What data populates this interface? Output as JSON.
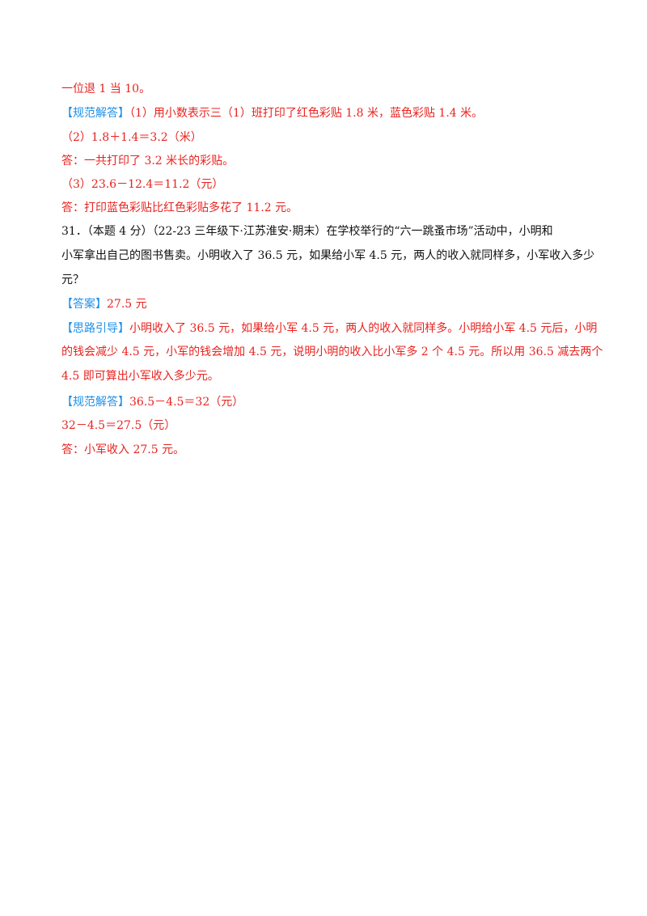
{
  "colors": {
    "answer_text": "#e8231f",
    "tag": "#1e90e8",
    "question_text": "#111111"
  },
  "prev": {
    "carry_line": "一位退 1 当 10。",
    "solution": {
      "tag": "【规范解答】",
      "part1": "（1）用小数表示三（1）班打印了红色彩贴 1.8 米，蓝色彩贴 1.4 米。",
      "part2": "（2）1.8＋1.4＝3.2（米）",
      "answer2": "答：一共打印了 3.2 米长的彩贴。",
      "part3": "（3）23.6－12.4＝11.2（元）",
      "answer3": "答：打印蓝色彩贴比红色彩贴多花了 11.2 元。"
    }
  },
  "question31": {
    "line1": "31．（本题 4 分）（22-23 三年级下·江苏淮安·期末）在学校举行的“六一跳蚤市场”活动中，小明和",
    "line2": "小军拿出自己的图书售卖。小明收入了 36.5 元，如果给小军 4.5 元，两人的收入就同样多，小军收入多少",
    "line3": "元？",
    "answer_tag": "【答案】",
    "answer_value": "27.5 元",
    "hint_tag": "【思路引导】",
    "hint_line1": "小明收入了 36.5 元，如果给小军 4.5 元，两人的收入就同样多。小明给小军 4.5 元后，小明",
    "hint_line2": "的钱会减少 4.5 元，小军的钱会增加 4.5 元，说明小明的收入比小军多 2 个 4.5 元。所以用 36.5 减去两个",
    "hint_line3": "4.5 即可算出小军收入多少元。",
    "solution_tag": "【规范解答】",
    "solution_line1": "36.5－4.5＝32（元）",
    "solution_line2": "32－4.5＝27.5（元）",
    "final_answer": "答：小军收入 27.5 元。"
  }
}
